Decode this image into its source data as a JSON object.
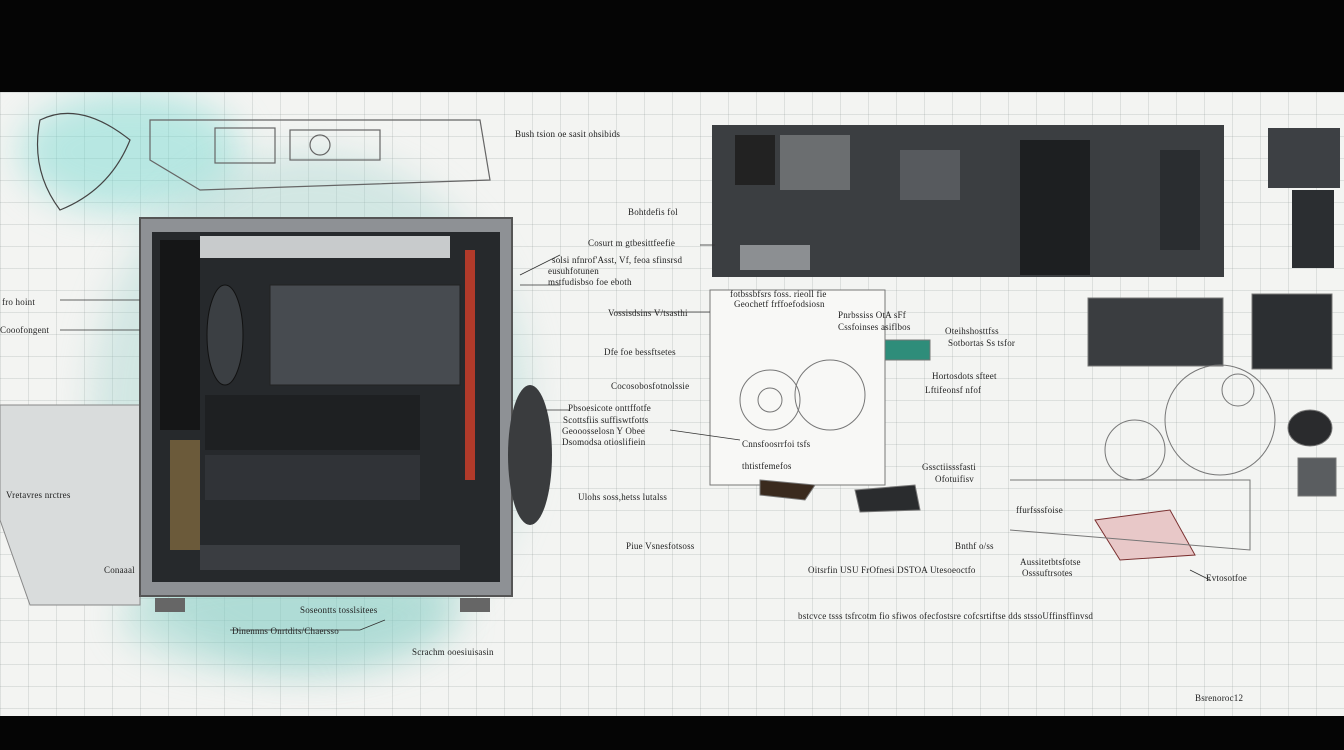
{
  "labels": [
    {
      "id": "label-top-center",
      "text": "Bush tsion oe sasit ohsibids"
    },
    {
      "id": "label-callout-1",
      "text": "Bohtdefis fol"
    },
    {
      "id": "label-callout-2",
      "text": "Cosurt m gtbesittfeefie"
    },
    {
      "id": "label-callout-3",
      "text": "solsi nfnrof'Asst, Vf, feoa sfinsrsd"
    },
    {
      "id": "label-callout-4",
      "text": "mstfudisbso foe eboth"
    },
    {
      "id": "label-callout-5",
      "text": "eusuhfotunen"
    },
    {
      "id": "label-left-1",
      "text": "fro hoint"
    },
    {
      "id": "label-left-2",
      "text": "Cooofongent"
    },
    {
      "id": "label-left-3",
      "text": "Vretavres nrctres"
    },
    {
      "id": "label-left-4",
      "text": "Conaaal"
    },
    {
      "id": "label-bottom-1",
      "text": "Soseontts tosslsitees"
    },
    {
      "id": "label-bottom-2",
      "text": "Dinennns Onrtdits/Chaersso"
    },
    {
      "id": "label-bottom-3",
      "text": "Scrachm ooesiuisasin"
    },
    {
      "id": "label-mid-1",
      "text": "Vossisdsins V/tsasthi"
    },
    {
      "id": "label-mid-2",
      "text": "Dfe foe bessftsetes"
    },
    {
      "id": "label-mid-3",
      "text": "Cocosobosfotnolssie"
    },
    {
      "id": "label-mid-4",
      "text": "Pbsoesicote onttffotfe"
    },
    {
      "id": "label-mid-5",
      "text": "Scottsfiis suffiswtfotts"
    },
    {
      "id": "label-mid-6",
      "text": "Geooosselosn Y Obee"
    },
    {
      "id": "label-mid-7",
      "text": "Dsomodsa otioslifiein"
    },
    {
      "id": "label-mid-8",
      "text": "Ulohs soss,hetss lutalss"
    },
    {
      "id": "label-mid-9",
      "text": "Piue Vsnesfotsoss"
    },
    {
      "id": "label-center-1",
      "text": "fotbssbfsrs foss. rieoll fie"
    },
    {
      "id": "label-center-2",
      "text": "Geochetf frffoefodsiosn"
    },
    {
      "id": "label-center-3",
      "text": "Pnrbssiss OtA sFf"
    },
    {
      "id": "label-center-4",
      "text": "Cssfoinses asiflbos"
    },
    {
      "id": "label-center-5",
      "text": "Cnnsfoosrrfoi tsfs"
    },
    {
      "id": "label-center-6",
      "text": "thtistfemefos"
    },
    {
      "id": "label-center-7",
      "text": "Oteihshosttfss"
    },
    {
      "id": "label-center-8",
      "text": "Sotbortas Ss tsfor"
    },
    {
      "id": "label-center-9",
      "text": "Hortosdots sfteet"
    },
    {
      "id": "label-center-10",
      "text": "Lftifeonsf nfof"
    },
    {
      "id": "label-center-11",
      "text": "Gssctiisssfasti"
    },
    {
      "id": "label-center-12",
      "text": "Ofotuifisv"
    },
    {
      "id": "label-center-13",
      "text": "Bnthf o/ss"
    },
    {
      "id": "label-center-14",
      "text": "Oitsrfin USU FrOfnesi DSTOA Utesoeoctfo"
    },
    {
      "id": "label-center-15",
      "text": "Aussitetbtsfotse"
    },
    {
      "id": "label-center-16",
      "text": "Osssuftrsotes"
    },
    {
      "id": "label-center-17",
      "text": "Evtosotfoe"
    },
    {
      "id": "label-bottom-row",
      "text": "bstcvce tsss tsfrcotm fio sfiwos ofecfostsre cofcsrtiftse dds stssoUffinsffinvsd"
    },
    {
      "id": "label-right-1",
      "text": "ffurfsssfoise"
    },
    {
      "id": "label-corner",
      "text": "Bsrenoroc12"
    }
  ],
  "colors": {
    "teal": "#6fd6cf",
    "sheet": "#f3f4f2",
    "metal": "#8e9195",
    "dark": "#26292c"
  }
}
